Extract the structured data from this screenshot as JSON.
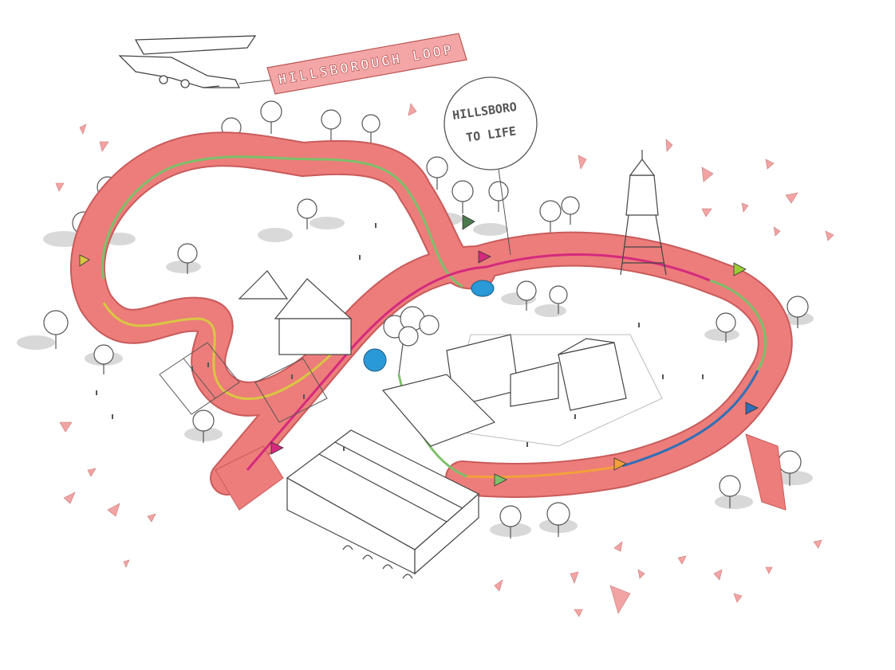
{
  "banner": {
    "text": "HILLSBOROUGH LOOP"
  },
  "speech_bubble": {
    "line1": "HILLSBORO",
    "line2": "TO LIFE"
  },
  "colors": {
    "loop": "#ec7d7b",
    "loop_edge": "#c95b5b",
    "path_green": "#7cc16a",
    "path_yellow": "#d9c743",
    "path_magenta": "#d42a7d",
    "path_blue": "#2f6fb6",
    "path_orange": "#f2a13a",
    "path_cyan": "#2a9ad6",
    "kite": "#f2a4a4",
    "tree_shadow": "#c9c9c9",
    "ink": "#444444"
  },
  "icons": [
    "airplane-icon",
    "flag-icon",
    "balloon-icon",
    "water-tower-icon",
    "greenhouse-icon"
  ]
}
